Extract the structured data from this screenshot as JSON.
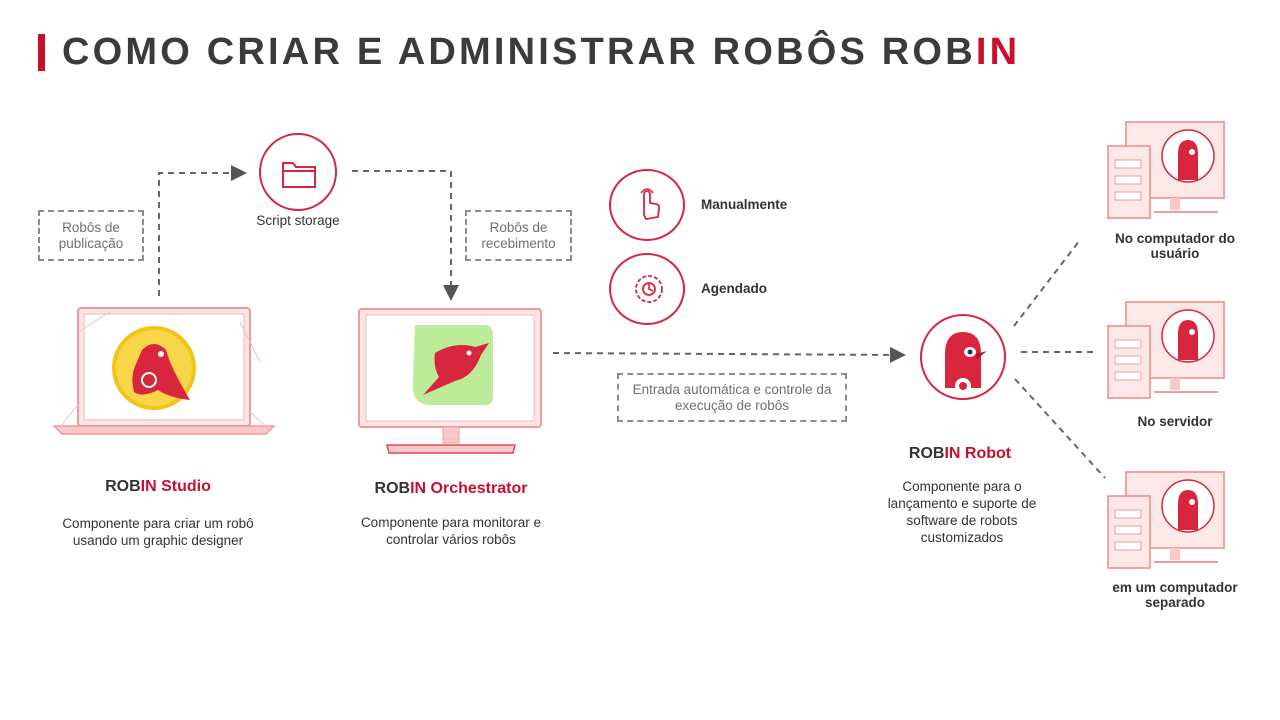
{
  "title": {
    "main": "COMO CRIAR E ADMINISTRAR ROBÔS ROB",
    "accent": "IN"
  },
  "storage": {
    "label": "Script storage",
    "icon": "folder-icon"
  },
  "publish_box": {
    "text": "Robôs de publicação"
  },
  "receive_box": {
    "text": "Robôs de recebimento"
  },
  "studio": {
    "title_a": "ROB",
    "title_b": "IN Studio",
    "desc": "Componente para criar um robô usando um graphic designer"
  },
  "orchestrator": {
    "title_a": "ROB",
    "title_b": "IN Orchestrator",
    "desc": "Componente para monitorar e controlar vários robôs"
  },
  "triggers": [
    {
      "label": "Manualmente",
      "icon": "hand-pointer-icon"
    },
    {
      "label": "Agendado",
      "icon": "clock-gear-icon"
    }
  ],
  "auto_box": {
    "text": "Entrada automática e controle da execução de robôs"
  },
  "robot": {
    "title_a": "ROB",
    "title_b": "IN Robot",
    "desc": "Componente para o lançamento e suporte de software de robots customizados"
  },
  "targets": [
    {
      "label": "No computador do usuário"
    },
    {
      "label": "No servidor"
    },
    {
      "label": "em um computador separado"
    }
  ],
  "colors": {
    "accent": "#c8102e",
    "line": "#666666",
    "soft_red": "#f4b6b6"
  }
}
